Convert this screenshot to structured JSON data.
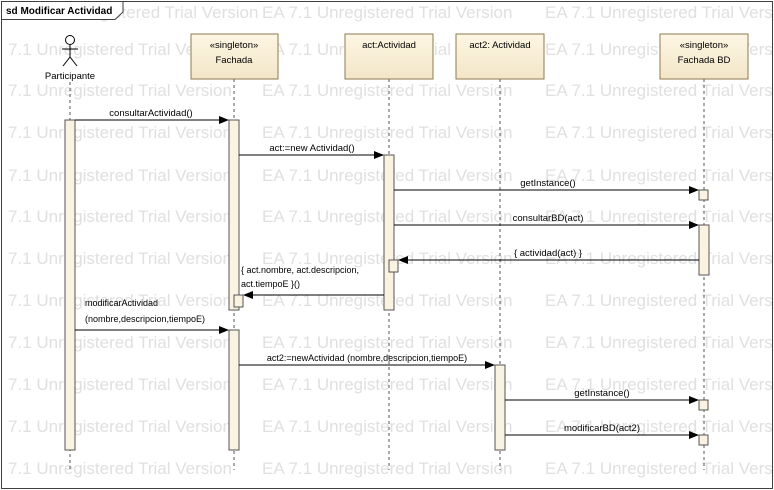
{
  "frame": {
    "title": "sd Modificar Actividad"
  },
  "watermark": {
    "text_full": "EA 7.1 Unregistered Trial Version",
    "text_row_a": "7.1 Unregistered Trial Version",
    "text_row_b": "Unregistered Trial Version"
  },
  "actor": {
    "name": "Participante"
  },
  "lifelines": [
    {
      "stereotype": "«singleton»",
      "name": "Fachada"
    },
    {
      "stereotype": "",
      "name": "act:Actividad"
    },
    {
      "stereotype": "",
      "name": "act2: Actividad"
    },
    {
      "stereotype": "«singleton»",
      "name": "Fachada BD"
    }
  ],
  "messages": [
    {
      "label": "consultarActividad()"
    },
    {
      "label": "act:=new Actividad()"
    },
    {
      "label": "getInstance()"
    },
    {
      "label": "consultarBD(act)"
    },
    {
      "label": "{ actividad(act) }"
    },
    {
      "label_lines": [
        "{ act.nombre, act.descripcion,",
        "act.tiempoE }()"
      ]
    },
    {
      "label_lines": [
        "modificarActividad",
        "(nombre,descripcion,tiempoE)"
      ]
    },
    {
      "label": "act2:=newActividad (nombre,descripcion,tiempoE)"
    },
    {
      "label": "getInstance()"
    },
    {
      "label": "modificarBD(act2)"
    }
  ]
}
